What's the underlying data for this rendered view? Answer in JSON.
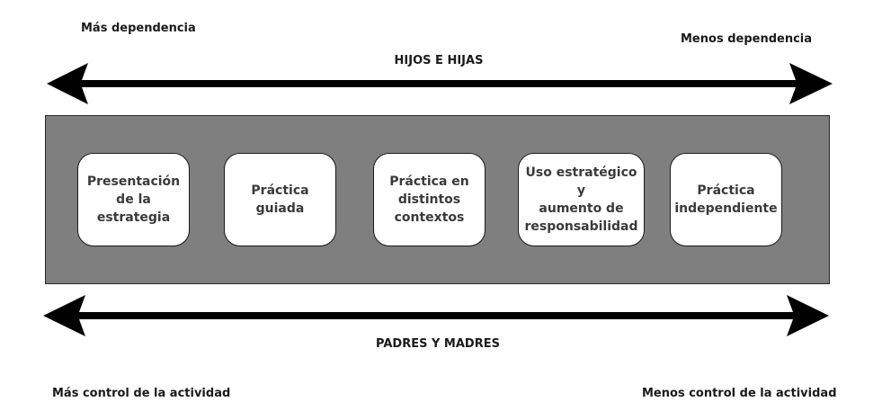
{
  "top": {
    "left_label": "Más dependencia",
    "center_label": "HIJOS E HIJAS",
    "right_label": "Menos dependencia"
  },
  "stages": [
    {
      "label": "Presentación\nde la estrategia"
    },
    {
      "label": "Práctica guiada"
    },
    {
      "label": "Práctica en\ndistintos\ncontextos"
    },
    {
      "label": "Uso estratégico y\naumento de\nresponsabilidad"
    },
    {
      "label": "Práctica\nindependiente"
    }
  ],
  "bottom": {
    "center_label": "PADRES Y MADRES",
    "left_label": "Más control de la actividad",
    "right_label": "Menos control de la actividad"
  },
  "colors": {
    "band": "#7f7f7f",
    "arrow": "#000000",
    "card": "#ffffff"
  }
}
